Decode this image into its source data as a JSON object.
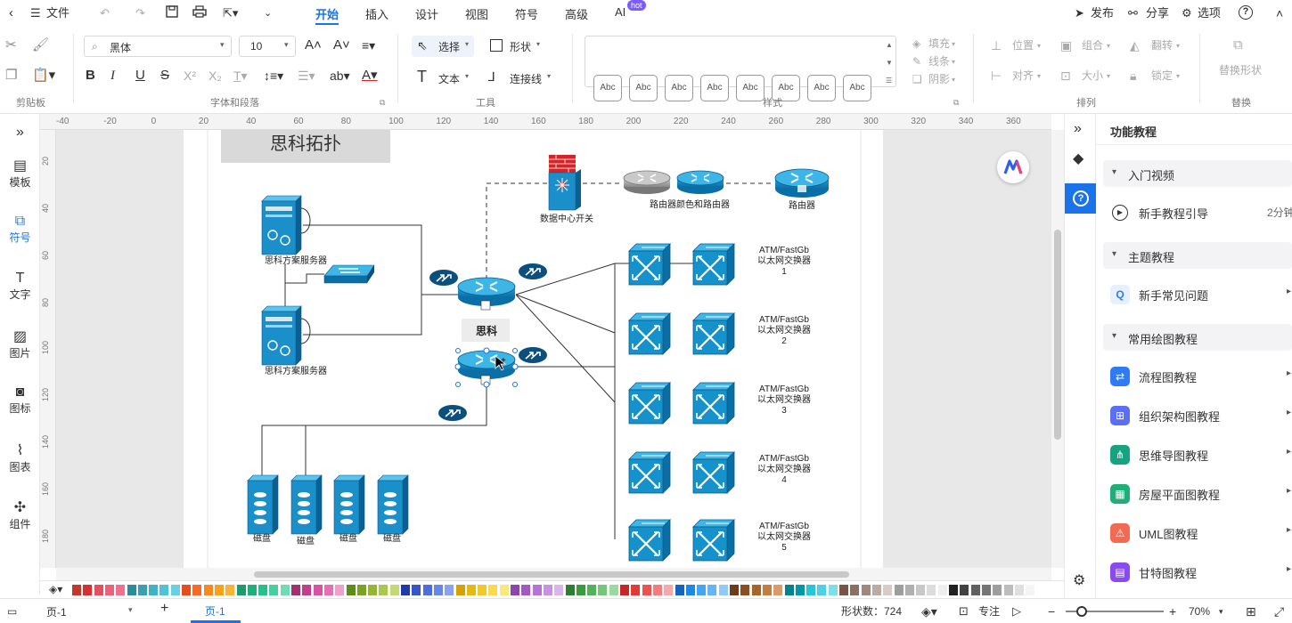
{
  "titlebar": {
    "file": "文件",
    "publish": "发布",
    "share": "分享",
    "options": "选项",
    "help": "?"
  },
  "tabs": [
    {
      "label": "开始"
    },
    {
      "label": "插入"
    },
    {
      "label": "设计"
    },
    {
      "label": "视图"
    },
    {
      "label": "符号"
    },
    {
      "label": "高级"
    },
    {
      "label": "AI"
    }
  ],
  "ai_badge": "hot",
  "ribbon": {
    "font": "黑体",
    "size": "10",
    "select": "选择",
    "shape": "形状",
    "text": "文本",
    "connector": "连接线",
    "fill": "填充",
    "line": "线条",
    "shadow": "阴影",
    "position": "位置",
    "group": "组合",
    "flip": "翻转",
    "align": "对齐",
    "size_label": "大小",
    "lock": "锁定",
    "replace": "替换形状",
    "abc": "Abc",
    "groups": {
      "clipboard": "剪贴板",
      "font": "字体和段落",
      "tools": "工具",
      "styles": "样式",
      "arrange": "排列",
      "replace": "替换"
    }
  },
  "leftbar": [
    {
      "label": "模板"
    },
    {
      "label": "符号"
    },
    {
      "label": "文字"
    },
    {
      "label": "图片"
    },
    {
      "label": "图标"
    },
    {
      "label": "图表"
    },
    {
      "label": "组件"
    }
  ],
  "ruler_top": [
    "-40",
    "-20",
    "0",
    "20",
    "40",
    "60",
    "80",
    "100",
    "120",
    "140",
    "160",
    "180",
    "200",
    "220",
    "240",
    "260",
    "280",
    "300",
    "320",
    "340",
    "360"
  ],
  "ruler_left": [
    "20",
    "40",
    "60",
    "80",
    "100",
    "120",
    "140",
    "160",
    "180"
  ],
  "diagram": {
    "title": "思科拓扑",
    "server1": "思科方案服务器",
    "server2": "思科方案服务器",
    "dc_switch": "数据中心开关",
    "router_color": "路由器颜色和路由器",
    "router": "路由器",
    "cisco": "思科",
    "disk": "磁盘",
    "atm_line1": "ATM/FastGb",
    "atm_line2": "以太网交换器",
    "atm_nums": [
      "1",
      "2",
      "3",
      "4",
      "5"
    ]
  },
  "rightpanel": {
    "title": "功能教程",
    "sec1": "入门视频",
    "item_guide": "新手教程引导",
    "item_guide_time": "2分钟",
    "sec2": "主题教程",
    "item_faq": "新手常见问题",
    "sec3": "常用绘图教程",
    "items": [
      {
        "label": "流程图教程",
        "color": "#2f7bf5"
      },
      {
        "label": "组织架构图教程",
        "color": "#5b6ef5"
      },
      {
        "label": "思维导图教程",
        "color": "#16a37f"
      },
      {
        "label": "房屋平面图教程",
        "color": "#1fae78"
      },
      {
        "label": "UML图教程",
        "color": "#f26a52"
      },
      {
        "label": "甘特图教程",
        "color": "#8a4af2"
      }
    ]
  },
  "statusbar": {
    "page_selector": "页-1",
    "add": "+",
    "page_tab": "页-1",
    "shape_count_label": "形状数：",
    "shape_count": "724",
    "focus": "专注",
    "zoom": "70%"
  },
  "palette": [
    "#c0392b",
    "#d63031",
    "#e05260",
    "#e8637c",
    "#f0718e",
    "#2e8b9a",
    "#3aa0b0",
    "#41b3c4",
    "#4fc3d6",
    "#6ad0e0",
    "#e74c1c",
    "#f26c2a",
    "#f7891e",
    "#f9a11b",
    "#fbb33a",
    "#1c9c6e",
    "#21ad7c",
    "#27bf8b",
    "#48cfa0",
    "#6fdcb8",
    "#a0306e",
    "#c2408a",
    "#d655a0",
    "#e46fb4",
    "#efa0cc",
    "#5d8c1a",
    "#7aa324",
    "#92b733",
    "#aac84d",
    "#c4d874",
    "#2239a8",
    "#3556c6",
    "#4b6ee0",
    "#6786ea",
    "#8aa3f0",
    "#d4a106",
    "#e6b812",
    "#f2c92a",
    "#f8d94f",
    "#fbe77f",
    "#8e44ad",
    "#a259c4",
    "#b574d4",
    "#c793e0",
    "#dab4ec",
    "#2e7d32",
    "#3a9a3f",
    "#52b25a",
    "#74c67b",
    "#9bd9a0",
    "#c62828",
    "#e53935",
    "#ef5350",
    "#f47c7c",
    "#f9a8a8",
    "#1565c0",
    "#1e88e5",
    "#42a5f5",
    "#64b5f6",
    "#90caf9",
    "#6d3c1a",
    "#8a4e22",
    "#a8632d",
    "#c27d45",
    "#d89c6b",
    "#00838f",
    "#0097a7",
    "#26c6da",
    "#4dd0e1",
    "#80deea",
    "#795548",
    "#8d6e63",
    "#a1887f",
    "#bcaaa4",
    "#d7ccc8",
    "#9e9e9e",
    "#b0b0b0",
    "#c8c8c8",
    "#dcdcdc",
    "#eeeeee",
    "#212121",
    "#424242",
    "#616161",
    "#757575",
    "#9e9e9e",
    "#bdbdbd",
    "#e0e0e0",
    "#f5f5f5"
  ]
}
